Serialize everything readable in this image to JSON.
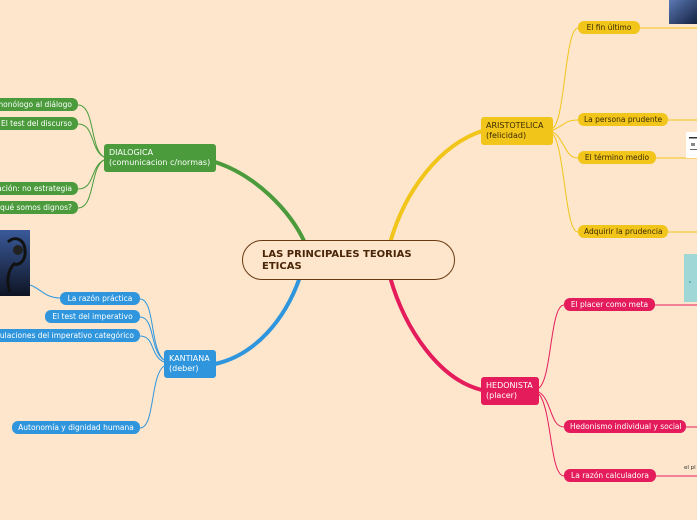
{
  "central": {
    "line1": "LAS PRINCIPALES TEORIAS",
    "line2": "ETICAS"
  },
  "dialogica": {
    "line1": "DIALOGICA",
    "line2": "(comunicacion c/normas)",
    "children": [
      "monólogo al diálogo",
      "El test del discurso",
      "ación: no estrategia",
      "qué somos dignos?"
    ]
  },
  "kantiana": {
    "line1": "KANTIANA",
    "line2": "(deber)",
    "children": [
      "La razón práctica",
      "El test del imperativo",
      "mulaciones del imperativo categórico",
      "Autonomía y dignidad humana"
    ]
  },
  "aristotelica": {
    "line1": "ARISTOTELICA",
    "line2": "(felicidad)",
    "children": [
      "El fin último",
      "La persona prudente",
      "El término medio",
      "Adquirir la prudencia"
    ]
  },
  "hedonista": {
    "line1": "HEDONISTA",
    "line2": "(placer)",
    "children": [
      "El placer como meta",
      "Hedonismo individual y social",
      "La razón calculadora"
    ]
  },
  "edge_text": "el pl",
  "colors": {
    "background": "#fde6cc",
    "dialogica": "#4b9b3c",
    "kantiana": "#2f96dd",
    "aristotelica": "#f2c51b",
    "hedonista": "#e51c5b",
    "central_border": "#6b3a12"
  }
}
